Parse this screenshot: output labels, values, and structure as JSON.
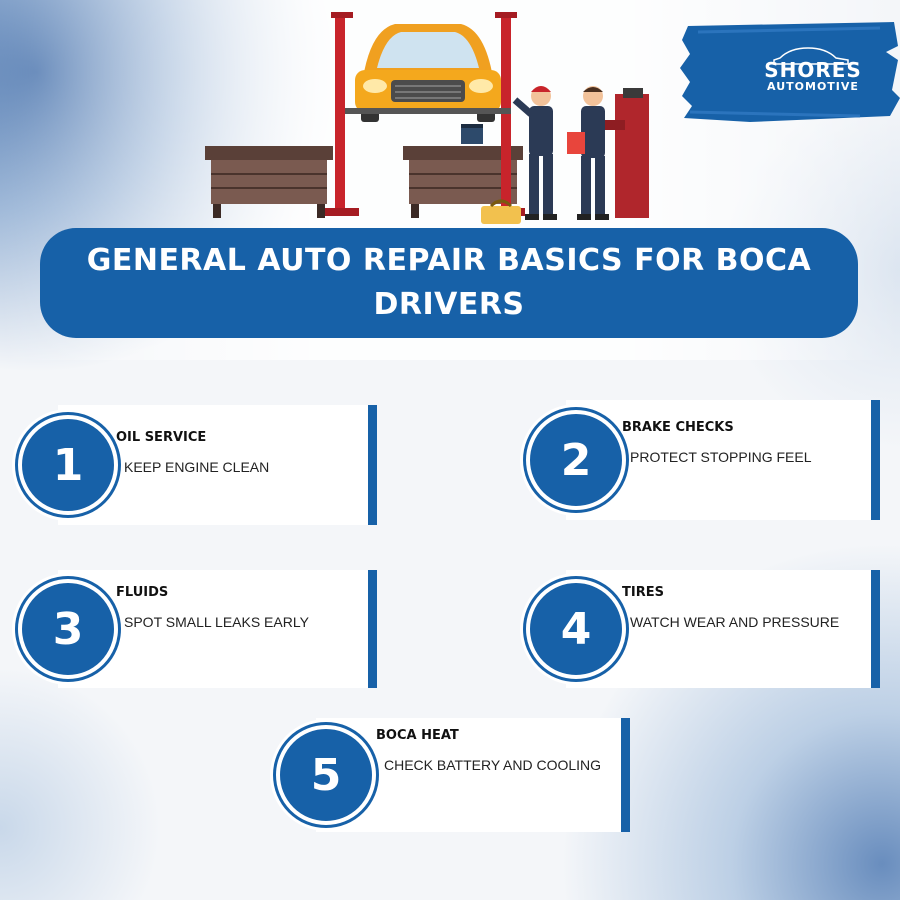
{
  "brand": {
    "line1": "SHORES",
    "line2": "AUTOMOTIVE"
  },
  "title": "GENERAL AUTO REPAIR BASICS FOR BOCA DRIVERS",
  "colors": {
    "accent": "#1761a8",
    "card": "#ffffff",
    "text": "#111111"
  },
  "illustration": {
    "subject": "car-on-lift-with-mechanics"
  },
  "steps": [
    {
      "number": "1",
      "title": "OIL SERVICE",
      "desc": "KEEP ENGINE CLEAN"
    },
    {
      "number": "2",
      "title": "BRAKE CHECKS",
      "desc": "PROTECT STOPPING FEEL"
    },
    {
      "number": "3",
      "title": "FLUIDS",
      "desc": "SPOT SMALL LEAKS EARLY"
    },
    {
      "number": "4",
      "title": "TIRES",
      "desc": "WATCH WEAR AND PRESSURE"
    },
    {
      "number": "5",
      "title": "BOCA HEAT",
      "desc": "CHECK BATTERY AND COOLING"
    }
  ]
}
